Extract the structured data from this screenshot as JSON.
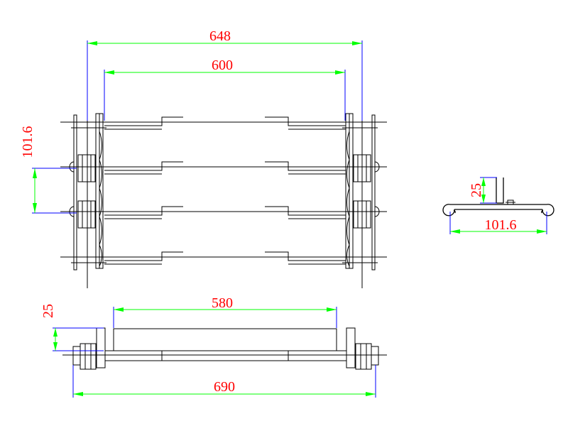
{
  "colors": {
    "geometry": "#000000",
    "dimension_line": "#00ff00",
    "extension_line": "#0000ff",
    "dimension_text": "#ff0000",
    "background": "#ffffff"
  },
  "views": {
    "top_view": {
      "overall_width": "648",
      "inner_width": "600",
      "pitch": "101.6"
    },
    "side_profile": {
      "flight_height": "25",
      "pitch": "101.6"
    },
    "front_view": {
      "flight_height": "25",
      "flight_width": "580",
      "overall_length": "690"
    }
  }
}
